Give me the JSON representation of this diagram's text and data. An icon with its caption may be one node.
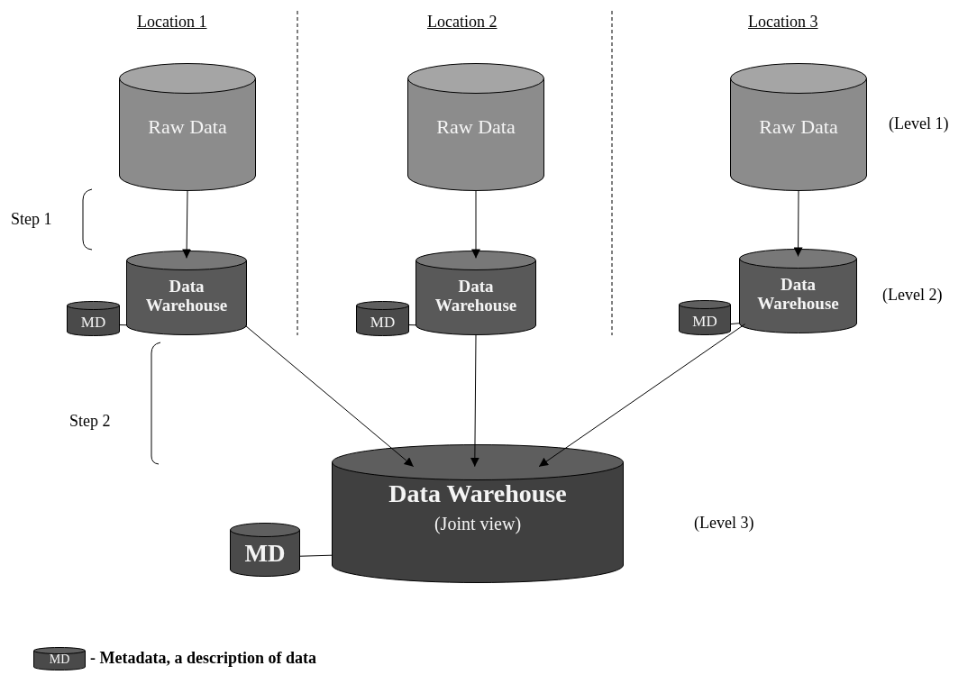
{
  "diagram": {
    "nodes": [
      {
        "text": [
          "Raw Data"
        ]
      },
      {
        "text": [
          "Raw Data"
        ]
      },
      {
        "text": [
          "Raw Data"
        ]
      },
      {
        "text": [
          "Data Warehouse"
        ]
      },
      {
        "text": [
          "MD"
        ]
      },
      {
        "text": [
          "Data Warehouse"
        ]
      },
      {
        "text": [
          "MD"
        ]
      },
      {
        "text": [
          "Data Warehouse"
        ]
      },
      {
        "text": [
          "MD"
        ]
      },
      {
        "text": [
          "Data Warehouse",
          "(Joint view)"
        ]
      },
      {
        "text": [
          "MD"
        ]
      }
    ],
    "edges": [
      {
        "from": 0,
        "to": 3,
        "arrow": "to"
      },
      {
        "from": 1,
        "to": 5,
        "arrow": "to"
      },
      {
        "from": 2,
        "to": 7,
        "arrow": "to"
      },
      {
        "from": 3,
        "to": 9,
        "arrow": "to"
      },
      {
        "from": 5,
        "to": 9,
        "arrow": "to"
      },
      {
        "from": 7,
        "to": 9,
        "arrow": "to"
      },
      {
        "from": 4,
        "to": 3,
        "arrow": "none"
      },
      {
        "from": 6,
        "to": 5,
        "arrow": "none"
      },
      {
        "from": 8,
        "to": 7,
        "arrow": "none"
      },
      {
        "from": 10,
        "to": 9,
        "arrow": "none"
      }
    ],
    "labels": [
      "Location 1",
      "Location 2",
      "Location 3",
      "(Level 1)",
      "Step 1",
      "(Level 2)",
      "Step 2",
      "(Level 3)",
      "MD"
    ],
    "legend": [
      {
        "text": "- Metadata, a description of data"
      }
    ]
  }
}
